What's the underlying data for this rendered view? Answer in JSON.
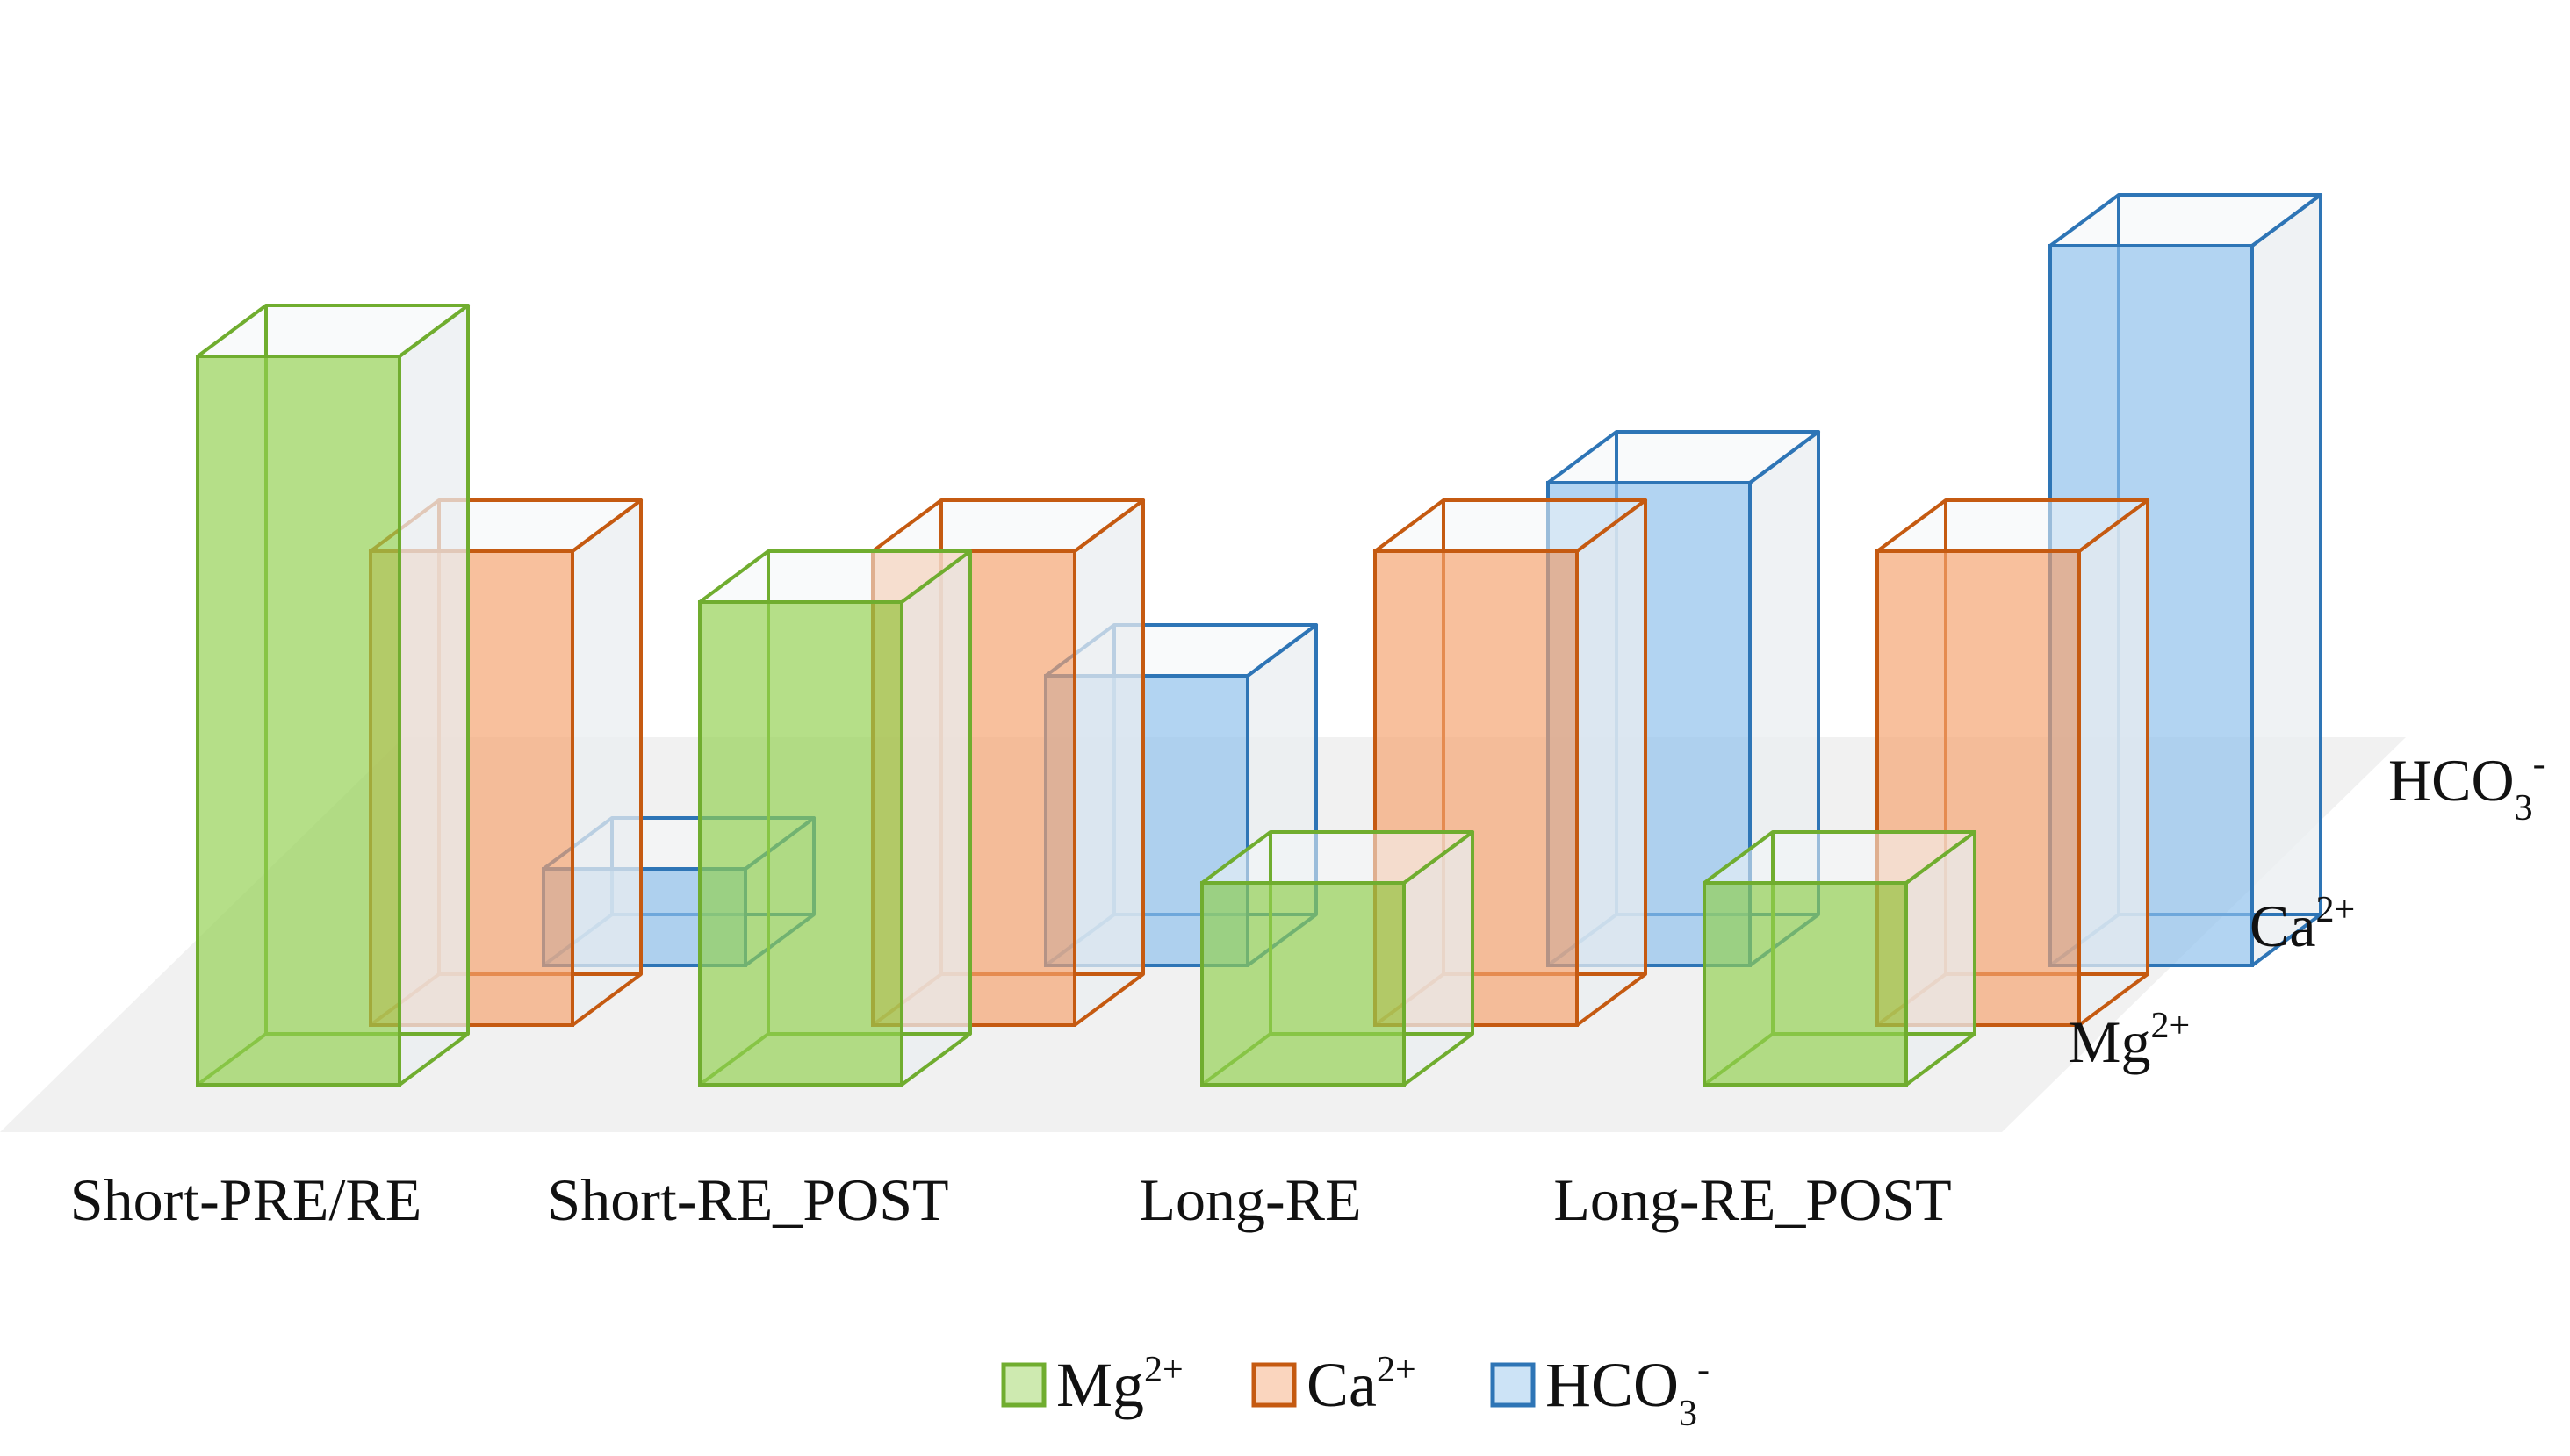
{
  "chart_data": {
    "type": "bar",
    "subtype": "3d-bar",
    "title": "",
    "categories": [
      "Short-PRE/RE",
      "Short-RE_POST",
      "Long-RE",
      "Long-RE_POST"
    ],
    "series": [
      {
        "name": "Mg2+",
        "label_base": "Mg",
        "label_sup": "2+",
        "label_sub": "",
        "color": "#92D050",
        "edge": "#70AD2F",
        "values": [
          8.3,
          5.5,
          2.3,
          2.3
        ]
      },
      {
        "name": "Ca2+",
        "label_base": "Ca",
        "label_sup": "2+",
        "label_sub": "",
        "color": "#F4A26E",
        "edge": "#C55A11",
        "values": [
          5.4,
          5.4,
          5.4,
          5.4
        ]
      },
      {
        "name": "HCO3-",
        "label_base": "HCO",
        "label_sup": "-",
        "label_sub": "3",
        "color": "#8DC0EC",
        "edge": "#2E75B6",
        "values": [
          1.1,
          3.3,
          5.5,
          8.2
        ]
      }
    ],
    "ylim": [
      0,
      9
    ],
    "grid": false,
    "legend": "bottom-center"
  }
}
